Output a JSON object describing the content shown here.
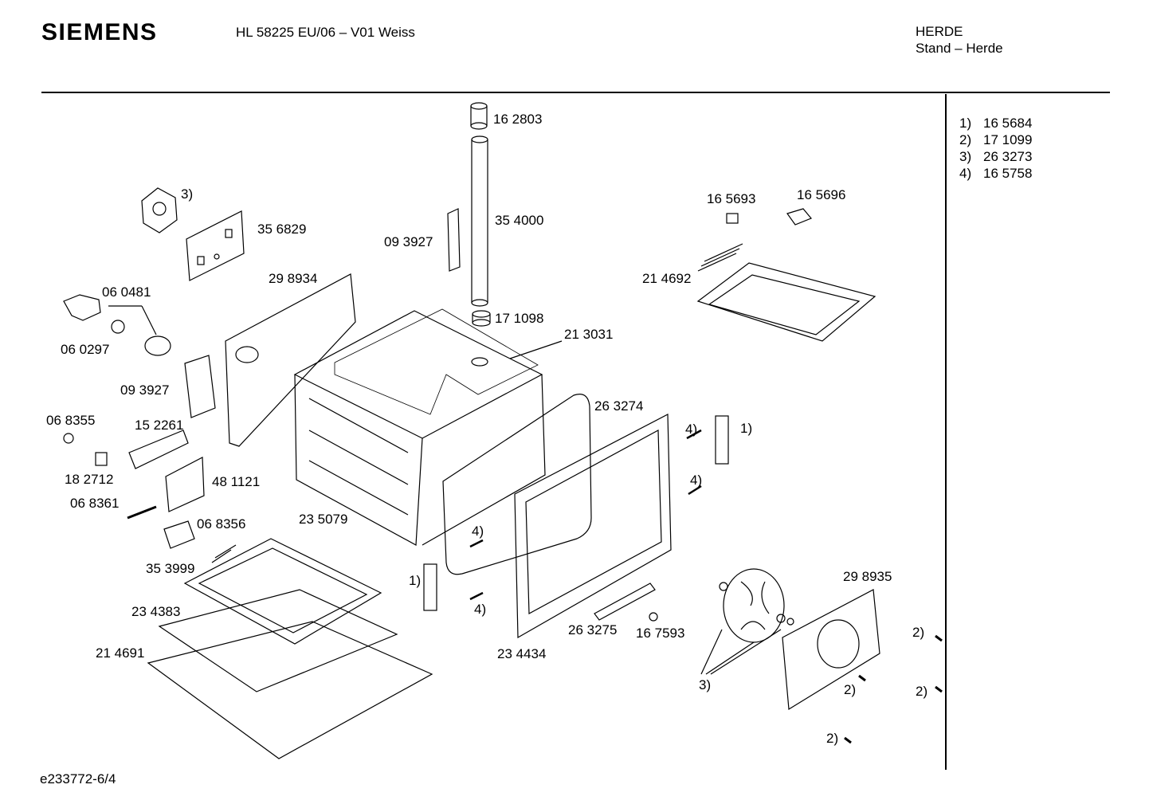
{
  "header": {
    "brand": "SIEMENS",
    "model": "HL 58225 EU/06 – V01 Weiss",
    "category": "HERDE",
    "subcategory": "Stand – Herde"
  },
  "footer": {
    "drawing_id": "e233772-6/4"
  },
  "legend": [
    {
      "key": "1)",
      "part": "16 5684"
    },
    {
      "key": "2)",
      "part": "17 1099"
    },
    {
      "key": "3)",
      "part": "26 3273"
    },
    {
      "key": "4)",
      "part": "16 5758"
    }
  ],
  "labels": {
    "p162803": "16 2803",
    "p354000": "35 4000",
    "p093927a": "09 3927",
    "p171098": "17 1098",
    "p356829": "35 6829",
    "ref3a": "3)",
    "p298934": "29 8934",
    "p060481": "06 0481",
    "p060297": "06 0297",
    "p093927b": "09 3927",
    "p213031": "21 3031",
    "p165693": "16 5693",
    "p165696": "16 5696",
    "p214692": "21 4692",
    "p068355": "06 8355",
    "p152261": "15 2261",
    "p182712": "18 2712",
    "p481121": "48 1121",
    "p068361": "06 8361",
    "p068356": "06 8356",
    "p235079": "23 5079",
    "p263274": "26 3274",
    "ref4a": "4)",
    "ref1a": "1)",
    "ref4b": "4)",
    "ref4c": "4)",
    "p353999": "35 3999",
    "ref1b": "1)",
    "ref4d": "4)",
    "p234383": "23 4383",
    "p214691": "21 4691",
    "p263275": "26 3275",
    "p167593": "16 7593",
    "p234434": "23 4434",
    "p298935": "29 8935",
    "ref2a": "2)",
    "ref3b": "3)",
    "ref2b": "2)",
    "ref2c": "2)",
    "ref2d": "2)"
  },
  "colors": {
    "line": "#000000",
    "background": "#ffffff"
  }
}
